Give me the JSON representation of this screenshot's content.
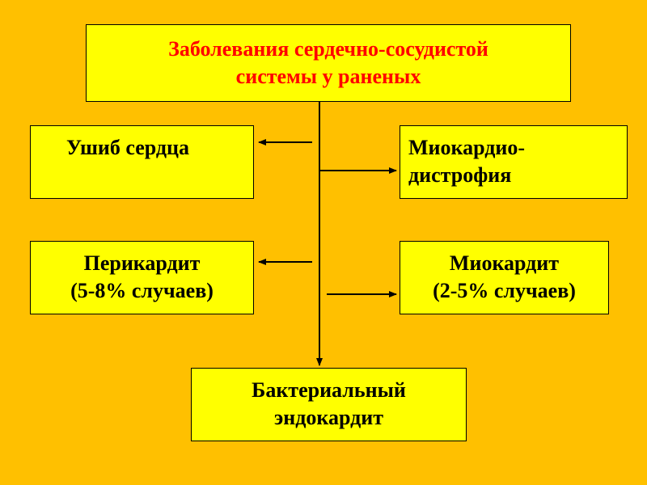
{
  "diagram": {
    "title": {
      "line1": "Заболевания сердечно-сосудистой",
      "line2": "системы у раненых"
    },
    "nodes": {
      "ushib": {
        "line1": "Ушиб сердца"
      },
      "miodystrophy": {
        "line1": "Миокардио-",
        "line2": "дистрофия"
      },
      "pericarditis": {
        "line1": "Перикардит",
        "line2": "(5-8% случаев)"
      },
      "myocarditis": {
        "line1": "Миокардит",
        "line2": "(2-5% случаев)"
      },
      "endocarditis": {
        "line1": "Бактериальный",
        "line2": "эндокардит"
      }
    },
    "colors": {
      "background": "#FFC000",
      "box_fill": "#FFFF00",
      "title_text": "#FF0000",
      "text": "#000000"
    }
  }
}
